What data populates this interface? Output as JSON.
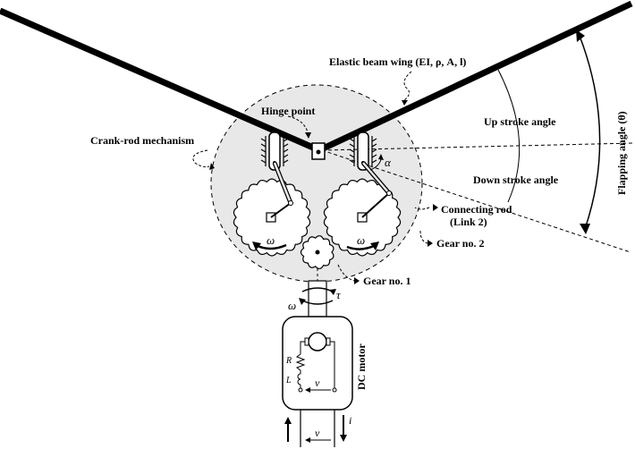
{
  "labels": {
    "elastic_beam_wing": "Elastic beam wing (EI, ρ, A, l)",
    "hinge_point": "Hinge point",
    "crank_rod_mechanism": "Crank-rod mechanism",
    "up_stroke_angle": "Up stroke angle",
    "down_stroke_angle": "Down stroke angle",
    "flapping_angle": "Flapping angle (θ)",
    "connecting_rod": "Connecting rod",
    "link_2": "(Link 2)",
    "gear_no_2": "Gear no. 2",
    "gear_no_1": "Gear no. 1",
    "dc_motor": "DC motor"
  },
  "symbols": {
    "alpha": "α",
    "omega": "ω",
    "tau": "τ",
    "R": "R",
    "L": "L",
    "v": "v",
    "i": "i"
  },
  "colors": {
    "housing_fill": "#e8e8e8",
    "stroke": "#000000",
    "background": "#ffffff"
  }
}
